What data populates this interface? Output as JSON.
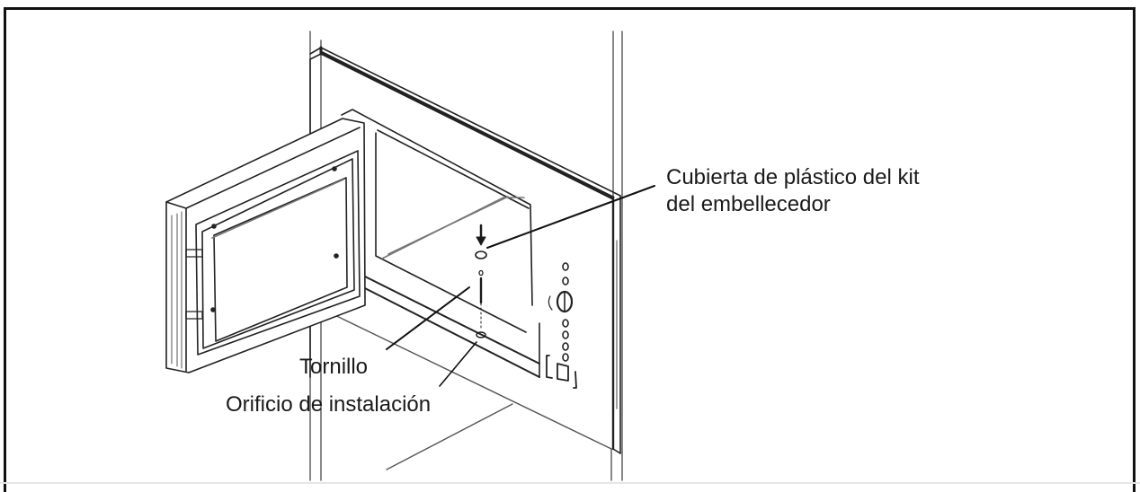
{
  "figure": {
    "subject": "built-in microwave trim kit installation",
    "labels": {
      "cover": {
        "line1": "Cubierta de plástico del kit",
        "line2": "del embellecedor"
      },
      "screw": "Tornillo",
      "hole": "Orificio de instalación"
    },
    "icons": [
      "microwave-oven",
      "open-door",
      "screw",
      "plastic-cover",
      "installation-hole",
      "down-arrow",
      "control-panel-buttons",
      "knob"
    ],
    "colors": {
      "line": "#1a1a1a",
      "background": "#ffffff",
      "frame": "#111111"
    }
  }
}
